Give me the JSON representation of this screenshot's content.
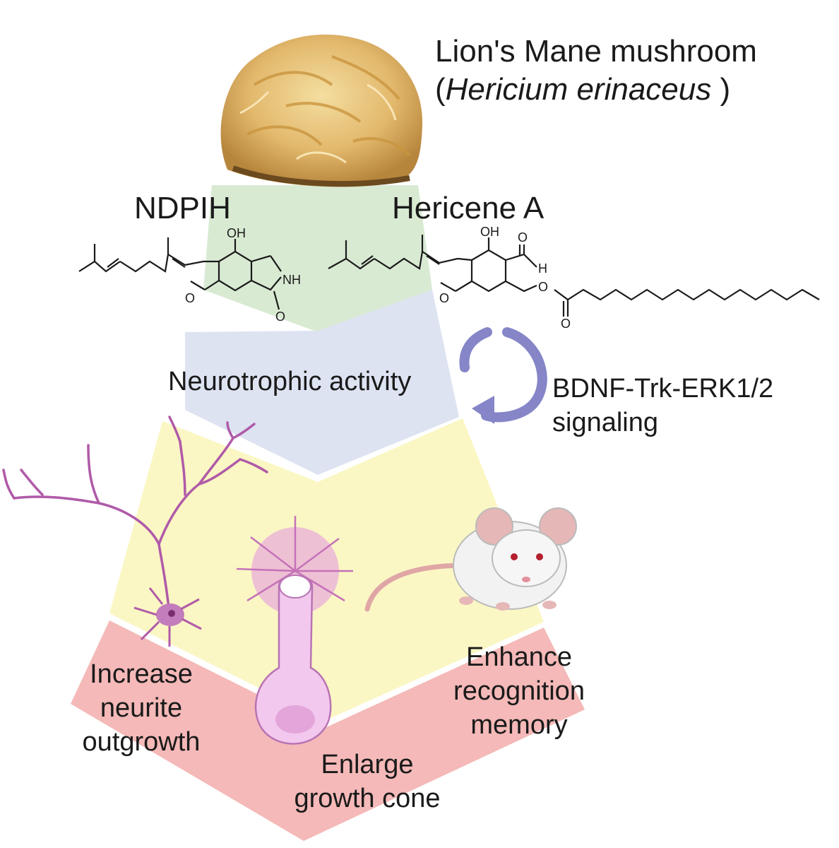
{
  "title": {
    "name": "Lion's Mane mushroom",
    "paren_open": "(",
    "species": "Hericium erinaceus",
    "paren_close": " )"
  },
  "compounds": {
    "left": "NDPIH",
    "right": "Hericene A"
  },
  "atoms": {
    "oh": "OH",
    "nh": "NH",
    "o": "O",
    "h": "H"
  },
  "stages": {
    "activity": "Neurotrophic activity",
    "signaling_line1": "BDNF-Trk-ERK1/2",
    "signaling_line2": "signaling"
  },
  "outcomes": {
    "neurite": [
      "Increase",
      "neurite",
      "outgrowth"
    ],
    "growth_cone": [
      "Enlarge",
      "growth cone"
    ],
    "memory": [
      "Enhance",
      "recognition",
      "memory"
    ]
  },
  "colors": {
    "green_band": "#d9ead3",
    "blue_band": "#dde3f1",
    "yellow_band": "#faf7c4",
    "red_band": "#f4b9b8",
    "arrow": "#8585c8",
    "neuron": "#b05aa8",
    "mushroom": "#e0b770"
  },
  "icons": [
    "mushroom-image",
    "refresh-arrow-icon",
    "neuron-icon",
    "growth-cone-icon",
    "mouse-icon"
  ]
}
